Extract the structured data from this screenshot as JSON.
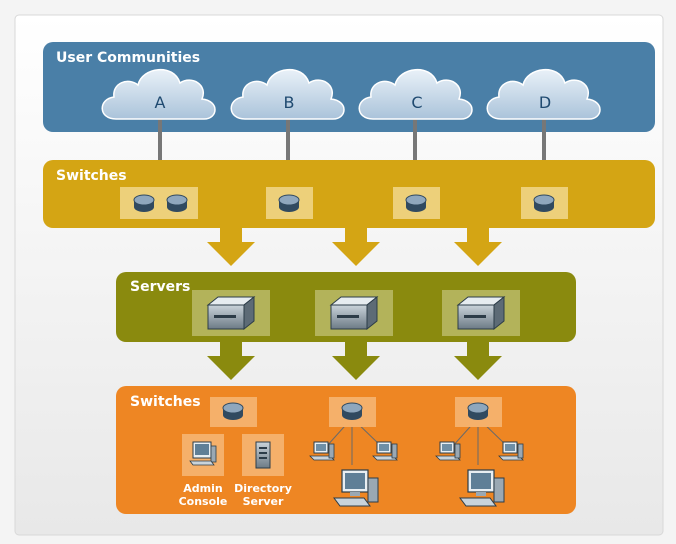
{
  "bands": {
    "user_communities": {
      "label": "User Communities",
      "color": "#4a7fa7"
    },
    "switches_top": {
      "label": "Switches",
      "color": "#d4a514"
    },
    "servers": {
      "label": "Servers",
      "color": "#8a8a0e"
    },
    "switches_bottom": {
      "label": "Switches",
      "color": "#ee8623"
    }
  },
  "clouds": [
    {
      "label": "A"
    },
    {
      "label": "B"
    },
    {
      "label": "C"
    },
    {
      "label": "D"
    }
  ],
  "devices": {
    "admin_console": {
      "label_line1": "Admin",
      "label_line2": "Console"
    },
    "directory_server": {
      "label_line1": "Directory",
      "label_line2": "Server"
    }
  },
  "icons": {
    "cloud": "cloud-icon",
    "switch": "switch-icon",
    "server": "server-icon",
    "arrow": "arrow-down-icon",
    "workstation": "workstation-icon",
    "computer": "computer-icon"
  }
}
